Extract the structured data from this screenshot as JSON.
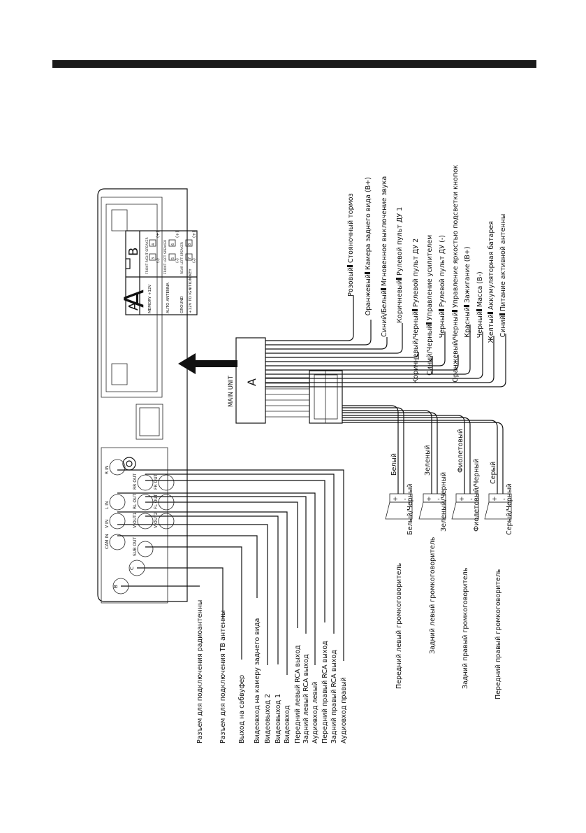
{
  "header_bar": {
    "color": "#1a1a1a"
  },
  "connector_legend": {
    "section_a_label": "A",
    "section_b_label": "B",
    "a_items": [
      "MEMORY +12V",
      "AUTO ANTENNA",
      "GROUND",
      "+12V TO IGNITION KEY"
    ],
    "a_pins": [
      "4",
      "5",
      "8",
      "7"
    ],
    "b_items": [
      "FRONT RIGHT SPEAKER",
      "FRONT LEFT SPEAKER",
      "REAR LEFT SPEAKER"
    ],
    "b_pins": [
      "3",
      "4",
      "5",
      "6",
      "7",
      "8"
    ],
    "polarity_plus": "(+)",
    "polarity_minus": "(-)"
  },
  "head_unit": {
    "socket_label": "A",
    "ports": [
      "R IN",
      "RR OUT",
      "FR OUT",
      "L IN",
      "RL OUT",
      "FL OUT",
      "V IN",
      "V OUT1",
      "V OUT2",
      "CAM IN",
      "SUB OUT",
      "C",
      "B"
    ]
  },
  "main_unit": {
    "title": "MAIN UNIT",
    "label": "A"
  },
  "power_wires": [
    {
      "color": "Розовый",
      "function": "Стояночный тормоз"
    },
    {
      "color": "Оранжевый",
      "function": "Камера заднего вида (В+)"
    },
    {
      "color": "Синий/Белый",
      "function": "Мгновенное выключение звука"
    },
    {
      "color": "Коричневый",
      "function": "Рулевой пульт ДУ 1"
    },
    {
      "color": "Коричневый/Черный",
      "function": "Рулевой пульт ДУ  2"
    },
    {
      "color": "Синий/Черный",
      "function": "Управление усилителем"
    },
    {
      "color": "Черный",
      "function": "Рулевой пульт ДУ (-)"
    },
    {
      "color": "Оранжевый/Черный",
      "function": "Управление яркостью подсветки кнопок"
    },
    {
      "color": "Красный",
      "function": "Зажигание (В+)"
    },
    {
      "color": "Черный",
      "function": "Масса (В-)"
    },
    {
      "color": "Желтый",
      "function": "Аккумуляторная батарея"
    },
    {
      "color": "Синий",
      "function": "Питание активной антенны"
    }
  ],
  "speakers": [
    {
      "name": "Передний левый громкоговоритель",
      "plus": "Белый",
      "minus": "Белый/Черный"
    },
    {
      "name": "Задний левый громкоговоритель",
      "plus": "Зеленый",
      "minus": "Зеленый/Черный"
    },
    {
      "name": "Задний правый громкоговоритель",
      "plus": "Фиолетовый",
      "minus": "Фиолетовый/Черный"
    },
    {
      "name": "Передний правый громкоговоритель",
      "plus": "Серый",
      "minus": "Серый/Черный"
    }
  ],
  "speaker_terminals": {
    "plus": "+",
    "minus": "-"
  },
  "rear_connections": [
    "Разъем для подключения радиоантенны",
    "Разъем для подключения ТВ антенны",
    "Выход на сабвуфер",
    "Видеовход на камеру заднего вида",
    "Видеовыход 2",
    "Видеовыход 1",
    "Видеовход",
    "Передний левый RCA выход",
    "Задний левый RCA выход",
    "Аудиовход левый",
    "Передний правый RCA выход",
    "Задний правый RCA выход",
    "Аудиовход правый"
  ]
}
